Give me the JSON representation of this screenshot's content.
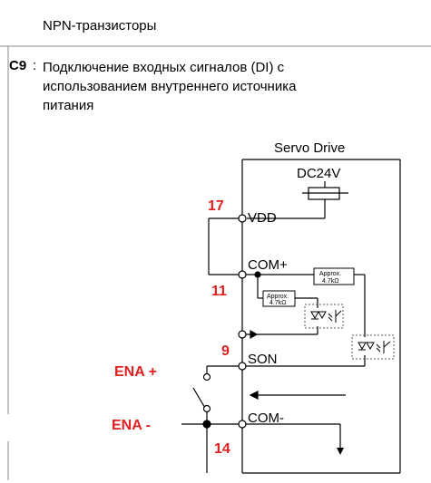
{
  "top_caption": "NPN-транзисторы",
  "section": {
    "code": "C9",
    "colon": ":",
    "lines": [
      "Подключение входных сигналов (DI) с",
      "использованием внутреннего источника",
      "питания"
    ]
  },
  "diagram": {
    "title": "Servo Drive",
    "supply": "DC24V",
    "terminals": {
      "vdd": "VDD",
      "com_plus": "COM+",
      "son": "SON",
      "com_minus": "COM-"
    },
    "approx_label": "Approx.",
    "resistance": "4.7kΩ",
    "pin_numbers": {
      "vdd": "17",
      "com_plus": "11",
      "son": "9",
      "com_minus": "14"
    },
    "annotations": {
      "ena_plus": "ENA +",
      "ena_minus": "ENA -"
    },
    "colors": {
      "annotation": "#e02020",
      "line": "#000000",
      "dotted": "#555555"
    }
  }
}
